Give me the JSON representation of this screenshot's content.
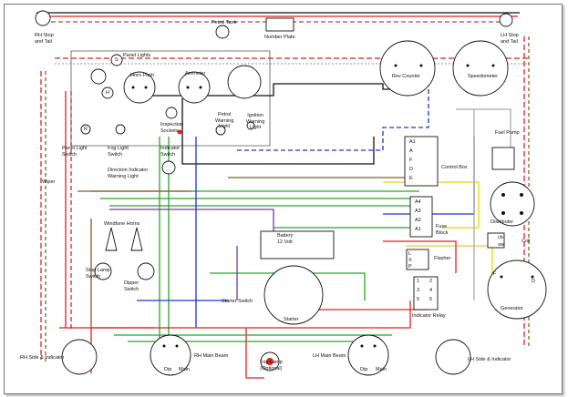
{
  "labels": {
    "rh_stop": "RH Stop\nand Tail",
    "lh_stop": "LH Stop\nand Tail",
    "petrol_tank": "Petrol Tank",
    "number_plate": "Number Plate",
    "panel_lights": "Panel Lights",
    "horn_push": "Horn Push",
    "ammeter": "Ammeter",
    "rev_counter": "Rev Counter",
    "speedometer": "Speedometer",
    "inspection_sockets": "Inspection\nSockets",
    "petrol_warning": "Petrol\nWarning\nLight",
    "ignition_warning": "Ignition\nWarning\nLight",
    "fuel_pump": "Fuel Pump",
    "panel_light_switch": "Panel Light\nSwitch",
    "fog_light_switch": "Fog Light\nSwitch",
    "indicator_switch": "Indicator\nSwitch",
    "direction_indicator": "Direction Indicator\nWarning Light",
    "control_box": "Control Box",
    "wiper": "Wiper",
    "distributor": "Distributor",
    "windtone_horns": "Windtone Horns",
    "battery": "Battery\n12 Volt",
    "fuse_block": "Fuse\nBlock",
    "coil": "Coil",
    "flasher": "Flasher",
    "stop_lamp_switch": "Stop Lamp\nSwitch",
    "dipper_switch": "Dipper\nSwitch",
    "starter_switch": "Starter Switch",
    "starter": "Starter",
    "indicator_relay": "Indicator Relay",
    "generator": "Generator",
    "rh_side_indicator": "RH Side & Indicator",
    "rh_main_beam": "RH Main Beam",
    "fog_lamp": "Fog Lamp\n(Optional)",
    "lh_main_beam": "LH Main Beam",
    "lh_side_indicator": "LH Side & Indicator",
    "dip_rh": "Dip",
    "main_rh": "Main",
    "dip_lh": "Dip",
    "main_lh": "Main"
  },
  "terminals": {
    "control_box": [
      "A1",
      "A",
      "F",
      "D",
      "E"
    ],
    "fuse_block": [
      "A4",
      "A3",
      "A2",
      "A1"
    ],
    "relay": [
      "1",
      "2",
      "3",
      "4",
      "5",
      "6"
    ],
    "coil": [
      "cb",
      "sw"
    ],
    "generator": [
      "F",
      "D"
    ],
    "flasher": [
      "L",
      "X",
      "P"
    ],
    "switch": [
      "S",
      "H",
      "R"
    ]
  },
  "wire_colors": {
    "black": "#111111",
    "red": "#dd2222",
    "green": "#22aa22",
    "blue": "#2233cc",
    "white": "#aaaaaa",
    "brown": "#8b5a2b",
    "yellow": "#e6d800",
    "purple": "#7a3aa0",
    "red_green": "#c04040"
  }
}
